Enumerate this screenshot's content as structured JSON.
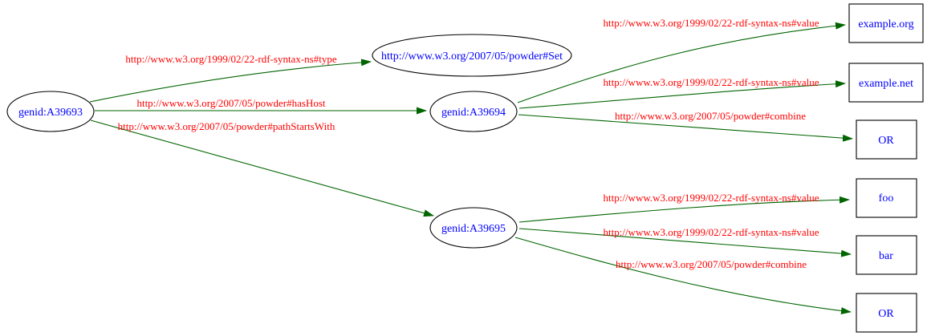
{
  "diagram": {
    "kind": "rdf-powder-graph",
    "colors": {
      "background": "#ffffff",
      "node_text": "#0000ff",
      "edge_label_text": "#ff0000",
      "edge_line": "#006400",
      "node_border": "#000000"
    },
    "nodes": {
      "a39693": {
        "label": "genid:A39693",
        "shape": "ellipse"
      },
      "powder_set": {
        "label": "http://www.w3.org/2007/05/powder#Set",
        "shape": "ellipse"
      },
      "a39694": {
        "label": "genid:A39694",
        "shape": "ellipse"
      },
      "a39695": {
        "label": "genid:A39695",
        "shape": "ellipse"
      },
      "example_org": {
        "label": "example.org",
        "shape": "box"
      },
      "example_net": {
        "label": "example.net",
        "shape": "box"
      },
      "or_1": {
        "label": "OR",
        "shape": "box"
      },
      "foo": {
        "label": "foo",
        "shape": "box"
      },
      "bar": {
        "label": "bar",
        "shape": "box"
      },
      "or_2": {
        "label": "OR",
        "shape": "box"
      }
    },
    "edges": [
      {
        "from": "a39693",
        "to": "powder_set",
        "label": "http://www.w3.org/1999/02/22-rdf-syntax-ns#type"
      },
      {
        "from": "a39693",
        "to": "a39694",
        "label": "http://www.w3.org/2007/05/powder#hasHost"
      },
      {
        "from": "a39693",
        "to": "a39695",
        "label": "http://www.w3.org/2007/05/powder#pathStartsWith"
      },
      {
        "from": "a39694",
        "to": "example_org",
        "label": "http://www.w3.org/1999/02/22-rdf-syntax-ns#value"
      },
      {
        "from": "a39694",
        "to": "example_net",
        "label": "http://www.w3.org/1999/02/22-rdf-syntax-ns#value"
      },
      {
        "from": "a39694",
        "to": "or_1",
        "label": "http://www.w3.org/2007/05/powder#combine"
      },
      {
        "from": "a39695",
        "to": "foo",
        "label": "http://www.w3.org/1999/02/22-rdf-syntax-ns#value"
      },
      {
        "from": "a39695",
        "to": "bar",
        "label": "http://www.w3.org/1999/02/22-rdf-syntax-ns#value"
      },
      {
        "from": "a39695",
        "to": "or_2",
        "label": "http://www.w3.org/2007/05/powder#combine"
      }
    ]
  }
}
